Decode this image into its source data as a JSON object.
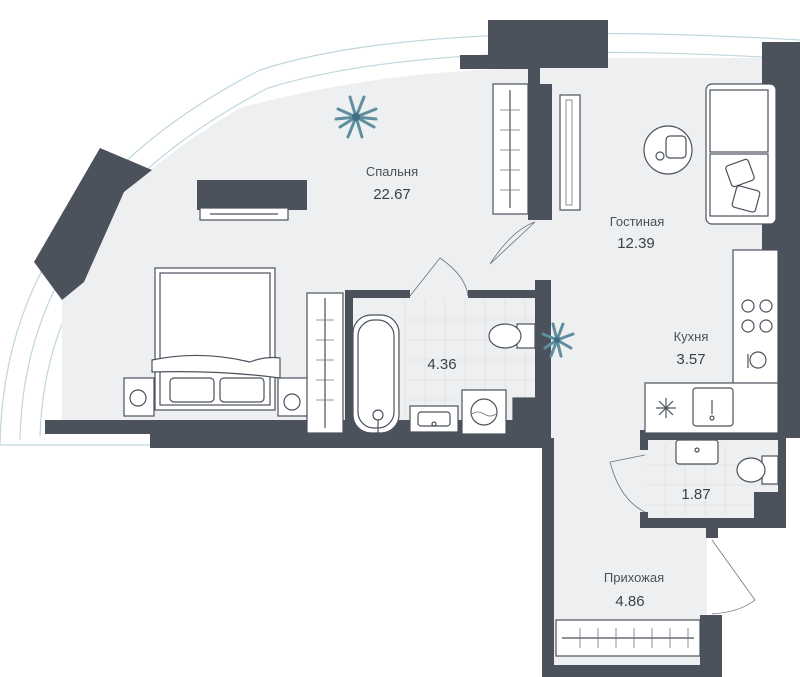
{
  "rooms": {
    "bedroom": {
      "name": "Спальня",
      "area": "22.67"
    },
    "bathroom": {
      "name": "",
      "area": "4.36"
    },
    "living": {
      "name": "Гостиная",
      "area": "12.39"
    },
    "kitchen": {
      "name": "Кухня",
      "area": "3.57"
    },
    "wc": {
      "name": "",
      "area": "1.87"
    },
    "hallway": {
      "name": "Прихожая",
      "area": "4.86"
    }
  },
  "colors": {
    "wall": "#4b525c",
    "floor": "#eeeff0",
    "balcony_line": "#bfd6dd",
    "plant": "#5e8fa0"
  },
  "icons": [
    "plant-icon",
    "snowflake-icon",
    "bed-icon",
    "sofa-icon",
    "bathtub-icon",
    "toilet-icon",
    "sink-icon",
    "washing-machine-icon",
    "stove-icon",
    "wardrobe-icon",
    "table-icon"
  ]
}
